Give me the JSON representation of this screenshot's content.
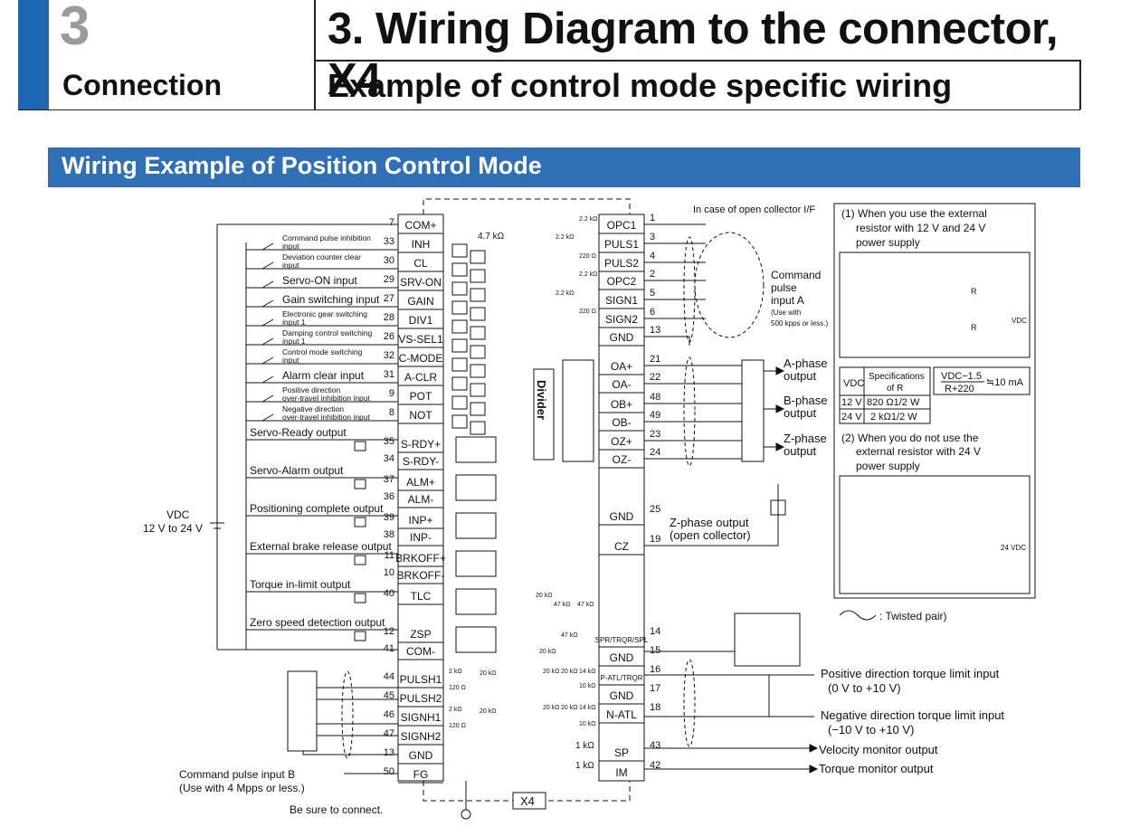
{
  "header": {
    "chapter_number": "3",
    "chapter_name": "Connection",
    "title": "3. Wiring Diagram to the connector, X4",
    "subtitle": "Example of control mode specific wiring"
  },
  "section_banner": "Wiring Example of Position Control Mode",
  "inputs": [
    {
      "pin": "7",
      "name": "COM+",
      "label": ""
    },
    {
      "pin": "33",
      "name": "INH",
      "label": "Command pulse inhibition input"
    },
    {
      "pin": "30",
      "name": "CL",
      "label": "Deviation counter clear input"
    },
    {
      "pin": "29",
      "name": "SRV-ON",
      "label": "Servo-ON input"
    },
    {
      "pin": "27",
      "name": "GAIN",
      "label": "Gain switching input"
    },
    {
      "pin": "28",
      "name": "DIV1",
      "label": "Electronic gear switching input 1"
    },
    {
      "pin": "26",
      "name": "VS-SEL1",
      "label": "Damping control switching input 1"
    },
    {
      "pin": "32",
      "name": "C-MODE",
      "label": "Control mode switching input"
    },
    {
      "pin": "31",
      "name": "A-CLR",
      "label": "Alarm clear input"
    },
    {
      "pin": "9",
      "name": "POT",
      "label": "Positive direction over-travel inhibition input"
    },
    {
      "pin": "8",
      "name": "NOT",
      "label": "Negative direction over-travel inhibition input"
    }
  ],
  "outputs": [
    {
      "pin_a": "35",
      "name_a": "S-RDY+",
      "pin_b": "34",
      "name_b": "S-RDY-",
      "label": "Servo-Ready output"
    },
    {
      "pin_a": "37",
      "name_a": "ALM+",
      "pin_b": "36",
      "name_b": "ALM-",
      "label": "Servo-Alarm output"
    },
    {
      "pin_a": "39",
      "name_a": "INP+",
      "pin_b": "38",
      "name_b": "INP-",
      "label": "Positioning complete output"
    },
    {
      "pin_a": "11",
      "name_a": "BRKOFF+",
      "pin_b": "10",
      "name_b": "BRKOFF-",
      "label": "External brake release output"
    },
    {
      "pin_a": "40",
      "name_a": "TLC",
      "pin_b": "",
      "name_b": "",
      "label": "Torque in-limit output"
    },
    {
      "pin_a": "12",
      "name_a": "ZSP",
      "pin_b": "41",
      "name_b": "COM-",
      "label": "Zero speed detection output"
    }
  ],
  "left_bottom": [
    {
      "pin": "44",
      "name": "PULSH1"
    },
    {
      "pin": "45",
      "name": "PULSH2"
    },
    {
      "pin": "46",
      "name": "SIGNH1"
    },
    {
      "pin": "47",
      "name": "SIGNH2"
    },
    {
      "pin": "13",
      "name": "GND"
    },
    {
      "pin": "50",
      "name": "FG"
    }
  ],
  "right_pins": [
    {
      "pin": "1",
      "name": "OPC1"
    },
    {
      "pin": "3",
      "name": "PULS1"
    },
    {
      "pin": "4",
      "name": "PULS2"
    },
    {
      "pin": "2",
      "name": "OPC2"
    },
    {
      "pin": "5",
      "name": "SIGN1"
    },
    {
      "pin": "6",
      "name": "SIGN2"
    },
    {
      "pin": "13",
      "name": "GND"
    },
    {
      "pin": "21",
      "name": "OA+"
    },
    {
      "pin": "22",
      "name": "OA-"
    },
    {
      "pin": "48",
      "name": "OB+"
    },
    {
      "pin": "49",
      "name": "OB-"
    },
    {
      "pin": "23",
      "name": "OZ+"
    },
    {
      "pin": "24",
      "name": "OZ-"
    },
    {
      "pin": "25",
      "name": "GND"
    },
    {
      "pin": "19",
      "name": "CZ"
    },
    {
      "pin": "14",
      "name": "SPR/TRQR/SPL"
    },
    {
      "pin": "15",
      "name": "GND"
    },
    {
      "pin": "16",
      "name": "P-ATL/TRQR"
    },
    {
      "pin": "17",
      "name": "GND"
    },
    {
      "pin": "18",
      "name": "N-ATL"
    },
    {
      "pin": "43",
      "name": "SP"
    },
    {
      "pin": "42",
      "name": "IM"
    }
  ],
  "labels": {
    "vdc": "VDC",
    "vdc_range": "12 V to 24 V",
    "r_4k7": "4.7 kΩ",
    "r_2k2": "2.2 kΩ",
    "r_220": "220 Ω",
    "r_1k": "1 kΩ",
    "divider": "Divider",
    "open_collector_if": "In case of open collector I/F",
    "cmd_pulse_a_1": "Command",
    "cmd_pulse_a_2": "pulse",
    "cmd_pulse_a_3": "input A",
    "cmd_pulse_a_4": "(Use with",
    "cmd_pulse_a_5": "500 kpps or less.)",
    "a_phase": "A-phase",
    "b_phase": "B-phase",
    "z_phase": "Z-phase",
    "output": "output",
    "z_phase_oc_1": "Z-phase output",
    "z_phase_oc_2": "(open collector)",
    "pos_torque_1": "Positive direction torque limit input",
    "pos_torque_2": "(0 V to +10 V)",
    "neg_torque_1": "Negative direction torque limit input",
    "neg_torque_2": "(−10 V to +10 V)",
    "velocity_monitor": "Velocity monitor output",
    "torque_monitor": "Torque monitor output",
    "cmd_pulse_b_1": "Command pulse input B",
    "cmd_pulse_b_2": "(Use with 4 Mpps or less.)",
    "be_sure": "Be sure to connect.",
    "x4": "X4",
    "twisted_pair": ": Twisted pair)",
    "r_20k": "20 kΩ",
    "r_47k": "47 kΩ",
    "r_10k": "10 kΩ",
    "r_14k": "14 kΩ",
    "r_2k": "2 kΩ",
    "r_120": "120 Ω",
    "ext_res_1": "(1) When you use the external",
    "ext_res_2": "resistor with 12 V and 24 V",
    "ext_res_3": "power supply",
    "no_ext_res_1": "(2) When you do not use the",
    "no_ext_res_2": "external resistor with 24 V",
    "no_ext_res_3": "power supply",
    "spec_of_r_1": "Specifications",
    "spec_of_r_2": "of R",
    "formula_num": "VDC−1.5",
    "formula_den": "R+220",
    "formula_tail": "≒10 mA",
    "row12_v": "12 V",
    "row12_r": "820 Ω1/2 W",
    "row24_v": "24 V",
    "row24_r": "2 kΩ1/2 W",
    "vdc_small": "VDC",
    "v24dc": "24 VDC",
    "r_letter": "R"
  }
}
